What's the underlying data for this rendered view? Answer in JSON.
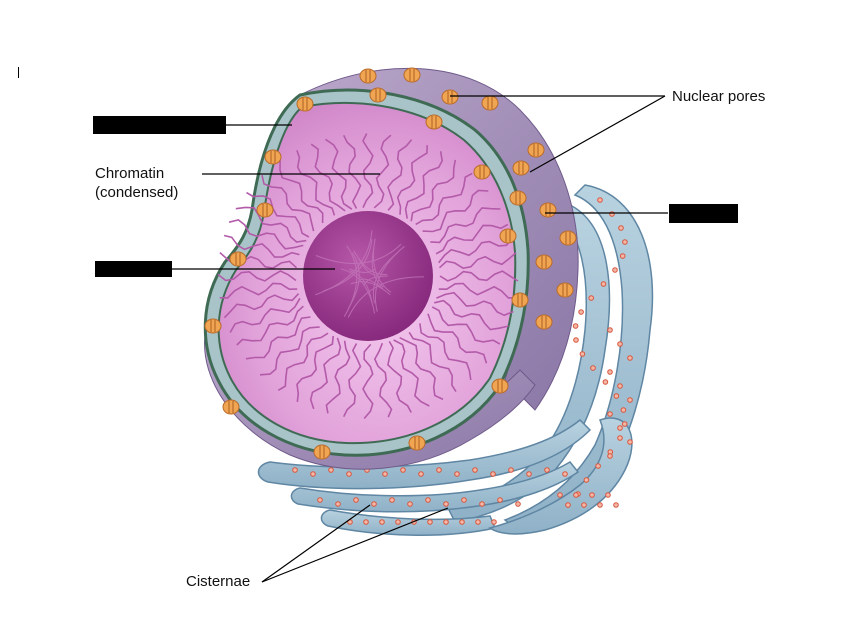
{
  "labels": {
    "nuclear_pores": "Nuclear pores",
    "chromatin_line1": "Chromatin",
    "chromatin_line2": "(condensed)",
    "cisternae": "Cisternae"
  },
  "colors": {
    "nucleoplasm": "#e4a6dc",
    "nucleolus": "#9c3a8f",
    "envelope_green": "#3f6b55",
    "envelope_fill": "#a8c4c8",
    "outer_surface": "#9f88b4",
    "er_fill": "#9fbfd2",
    "er_edge": "#5f86a3",
    "pore": "#f0a552",
    "ribosome": "#d8563d"
  }
}
